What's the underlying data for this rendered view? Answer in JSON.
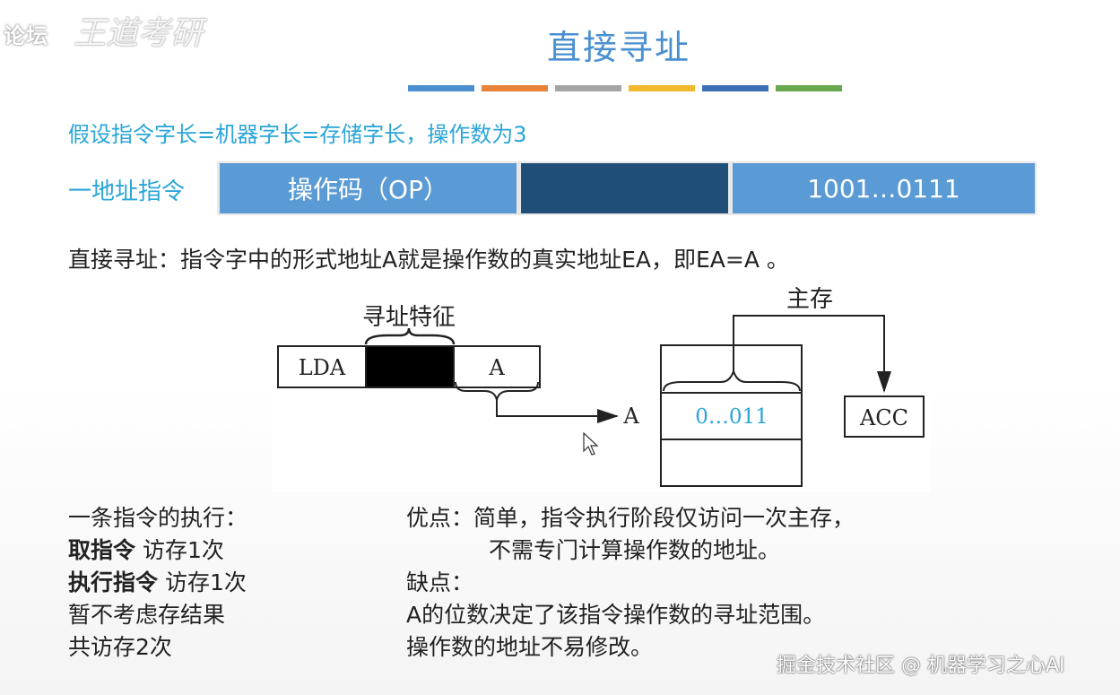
{
  "logo": {
    "text": "论坛",
    "script": "王道考研"
  },
  "title": "直接寻址",
  "color_bars": [
    "#4a8fd0",
    "#e8843a",
    "#a5a5a5",
    "#f2b82e",
    "#3e6fb8",
    "#6aa84f"
  ],
  "premise": "假设指令字长=机器字长=存储字长，操作数为3",
  "instruction_format": {
    "label": "一地址指令",
    "op_field": "操作码（OP）",
    "address_field": "1001…0111",
    "colors": {
      "light": "#5b9bd5",
      "dark": "#1f4e79"
    }
  },
  "definition": "直接寻址：指令字中的形式地址A就是操作数的真实地址EA，即EA=A 。",
  "diagram": {
    "feature_label": "寻址特征",
    "opcode": "LDA",
    "address": "A",
    "pointer_label": "A",
    "memory_label": "主存",
    "memory_value": "0…011",
    "register": "ACC",
    "memory_value_color": "#2aa5d8"
  },
  "execution": {
    "heading": "一条指令的执行：",
    "fetch_bold": "取指令",
    "fetch_rest": " 访存1次",
    "exec_bold": "执行指令",
    "exec_rest": " 访存1次",
    "note": "暂不考虑存结果",
    "total": "共访存2次"
  },
  "pros_cons": {
    "pros_label": "优点：",
    "pros_line1": "简单，指令执行阶段仅访问一次主存，",
    "pros_line2": "不需专门计算操作数的地址。",
    "cons_label": "缺点：",
    "cons_line1": "A的位数决定了该指令操作数的寻址范围。",
    "cons_line2": "操作数的地址不易修改。"
  },
  "watermark": "掘金技术社区 @ 机器学习之心AI"
}
